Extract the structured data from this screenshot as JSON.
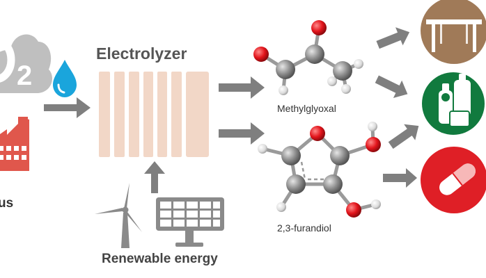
{
  "labels": {
    "electrolyzer": "Electrolyzer",
    "renewable_energy": "Renewable energy",
    "methylglyoxal": "Methylglyoxal",
    "furandiol": "2,3-furandiol",
    "co2_digit": "2",
    "left_cut_text": "us"
  },
  "colors": {
    "arrow_gray": "#7f7f7f",
    "cloud_gray": "#bfbfbf",
    "factory_red": "#e0574c",
    "water_blue": "#1aa5dc",
    "electrolyzer_peach": "#f2d7c7",
    "oxygen_red": "#e2141b",
    "carbon_gray": "#8c8c8c",
    "hydrogen_white": "#dcdcdc",
    "table_circle": "#a07a58",
    "bottles_circle": "#117a3e",
    "pill_circle": "#df1f26"
  },
  "icons": [
    "cloud-co2-icon",
    "factory-icon",
    "water-drop-icon",
    "wind-turbine-icon",
    "solar-panel-icon",
    "table-icon",
    "bottles-icon",
    "pill-icon"
  ]
}
